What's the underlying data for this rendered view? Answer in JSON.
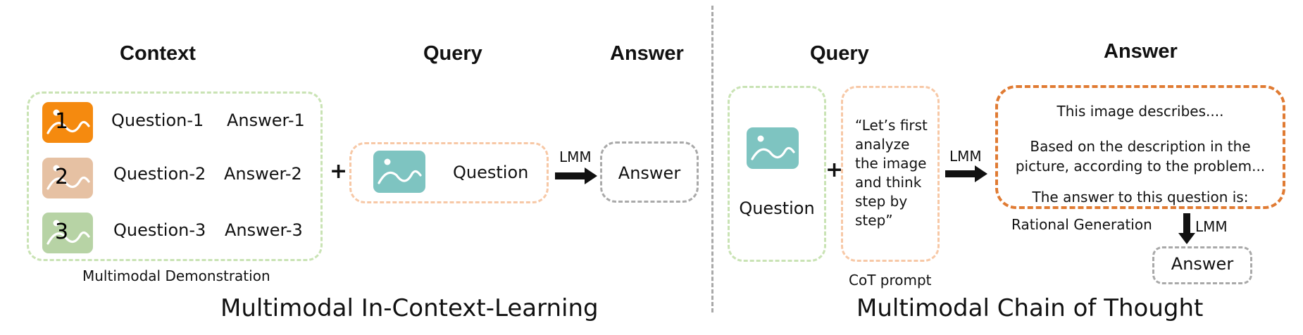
{
  "left": {
    "headers": {
      "context": "Context",
      "query": "Query",
      "answer": "Answer"
    },
    "demos": [
      {
        "num": "1",
        "question": "Question-1",
        "answer": "Answer-1",
        "color": "#f58a0f"
      },
      {
        "num": "2",
        "question": "Question-2",
        "answer": "Answer-2",
        "color": "#e6c1a3"
      },
      {
        "num": "3",
        "question": "Question-3",
        "answer": "Answer-3",
        "color": "#b7d3a5"
      }
    ],
    "demo_caption": "Multimodal Demonstration",
    "plus": "+",
    "query_question": "Question",
    "arrow_label": "LMM",
    "answer_box": "Answer",
    "title": "Multimodal In-Context-Learning",
    "query_image_color": "#7ec4c1"
  },
  "right": {
    "headers": {
      "query": "Query",
      "answer": "Answer"
    },
    "question_label": "Question",
    "plus": "+",
    "cot_lines": [
      "“Let’s first",
      "analyze",
      "the image",
      "and think",
      "step by",
      "step”"
    ],
    "cot_caption": "CoT prompt",
    "arrow_label": "LMM",
    "rationale_lines": [
      "This image describes....",
      "Based on the description in the",
      "picture, according to the problem...",
      "The answer to this question is:"
    ],
    "rationale_caption": "Rational Generation",
    "down_arrow_label": "LMM",
    "answer_box": "Answer",
    "title": "Multimodal Chain of Thought",
    "question_image_color": "#7ec4c1"
  },
  "colors": {
    "green_dash": "#c9e3b4",
    "orange_dash": "#f7c8a6",
    "gray_dash": "#a9a9a9",
    "dark_orange_dash": "#e07b33",
    "divider": "#a9a9a9"
  }
}
